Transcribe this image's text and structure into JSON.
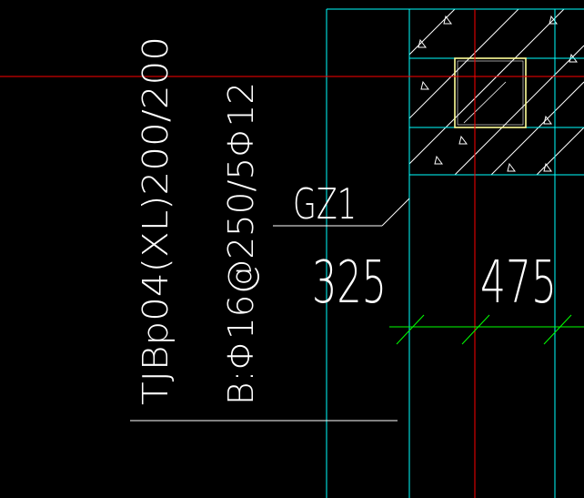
{
  "drawing": {
    "foundation_label": "TJBp04(XL)200/200",
    "reinforcement_label": "B:Φ16@250/5Φ12",
    "column_tag": "GZ1",
    "dimensions": [
      "325",
      "475"
    ]
  },
  "colors": {
    "background": "#000000",
    "crosshair": "#ff0000",
    "grid_lines": "#00ffff",
    "dimension_lines": "#00ff00",
    "text": "#ffffff",
    "column_outline": "#ffff99"
  }
}
